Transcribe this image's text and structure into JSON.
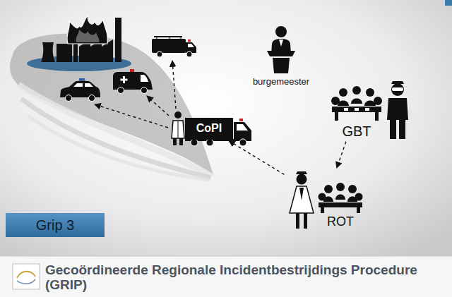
{
  "diagram": {
    "title": "Gecoördineerde Regionale Incidentbestrijdings Procedure (GRIP)",
    "nodes": [
      {
        "text": [
          "burgemeester"
        ]
      },
      {
        "text": [
          "GBT"
        ]
      },
      {
        "text": [
          "CoPI"
        ]
      },
      {
        "text": [
          "ROT"
        ]
      },
      {
        "text": [
          "Grip 3"
        ]
      }
    ],
    "edges": [
      {
        "from": 1,
        "to": 3,
        "arrow": "to"
      },
      {
        "from": 3,
        "to": 2,
        "arrow": "to"
      }
    ]
  }
}
